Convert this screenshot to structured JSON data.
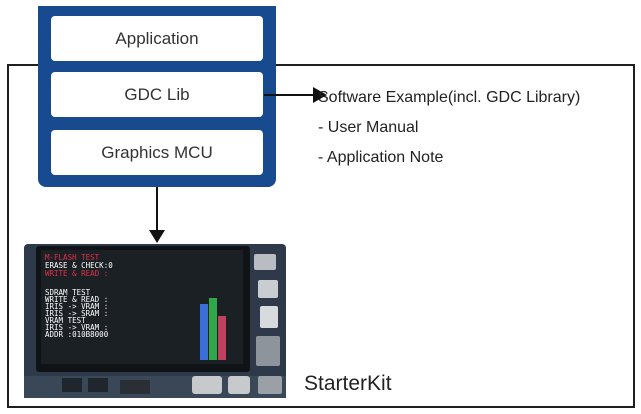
{
  "stack": {
    "layers": [
      {
        "label": "Application"
      },
      {
        "label": "GDC Lib"
      },
      {
        "label": "Graphics MCU"
      }
    ]
  },
  "deliverables": {
    "items": [
      "Software Example(incl. GDC Library)",
      "- User Manual",
      "- Application Note"
    ]
  },
  "board": {
    "label": "StarterKit",
    "screen_lines": [
      {
        "text": "M-FLASH TEST",
        "color": "#e0304a"
      },
      {
        "text": " ERASE & CHECK:0",
        "color": "#ffffff"
      },
      {
        "text": " WRITE & READ :",
        "color": "#e0304a"
      },
      {
        "text": "SDRAM TEST",
        "color": "#ffffff"
      },
      {
        "text": " WRITE & READ :",
        "color": "#ffffff"
      },
      {
        "text": "  IRIS -> VRAM :",
        "color": "#ffffff"
      },
      {
        "text": "  IRIS -> SRAM :",
        "color": "#ffffff"
      },
      {
        "text": "VRAM TEST",
        "color": "#ffffff"
      },
      {
        "text": "  IRIS -> VRAM :",
        "color": "#ffffff"
      },
      {
        "text": "ADDR :010B8000",
        "color": "#ffffff"
      }
    ]
  },
  "colors": {
    "stack_bg": "#174a8f",
    "frame": "#1f1f1f",
    "pcb": "#2e3a4a",
    "screen": "#1b2024"
  }
}
